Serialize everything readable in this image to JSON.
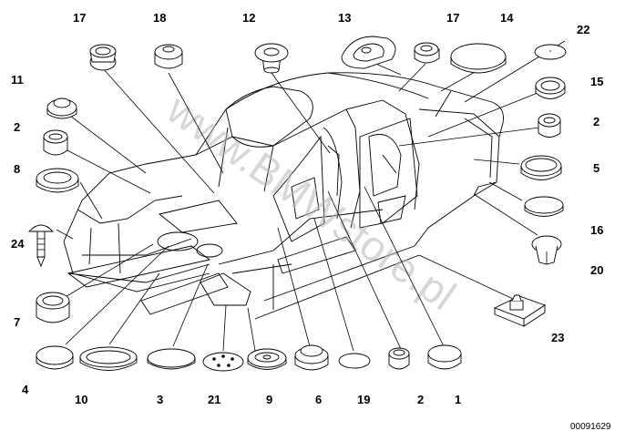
{
  "diagram": {
    "watermark": "www.BMWstore.pl",
    "figure_code": "00091629",
    "callouts": [
      "17",
      "18",
      "12",
      "13",
      "17",
      "14",
      "22",
      "11",
      "15",
      "2",
      "2",
      "5",
      "8",
      "16",
      "24",
      "20",
      "7",
      "23",
      "4",
      "10",
      "3",
      "21",
      "9",
      "6",
      "19",
      "2",
      "1"
    ]
  }
}
